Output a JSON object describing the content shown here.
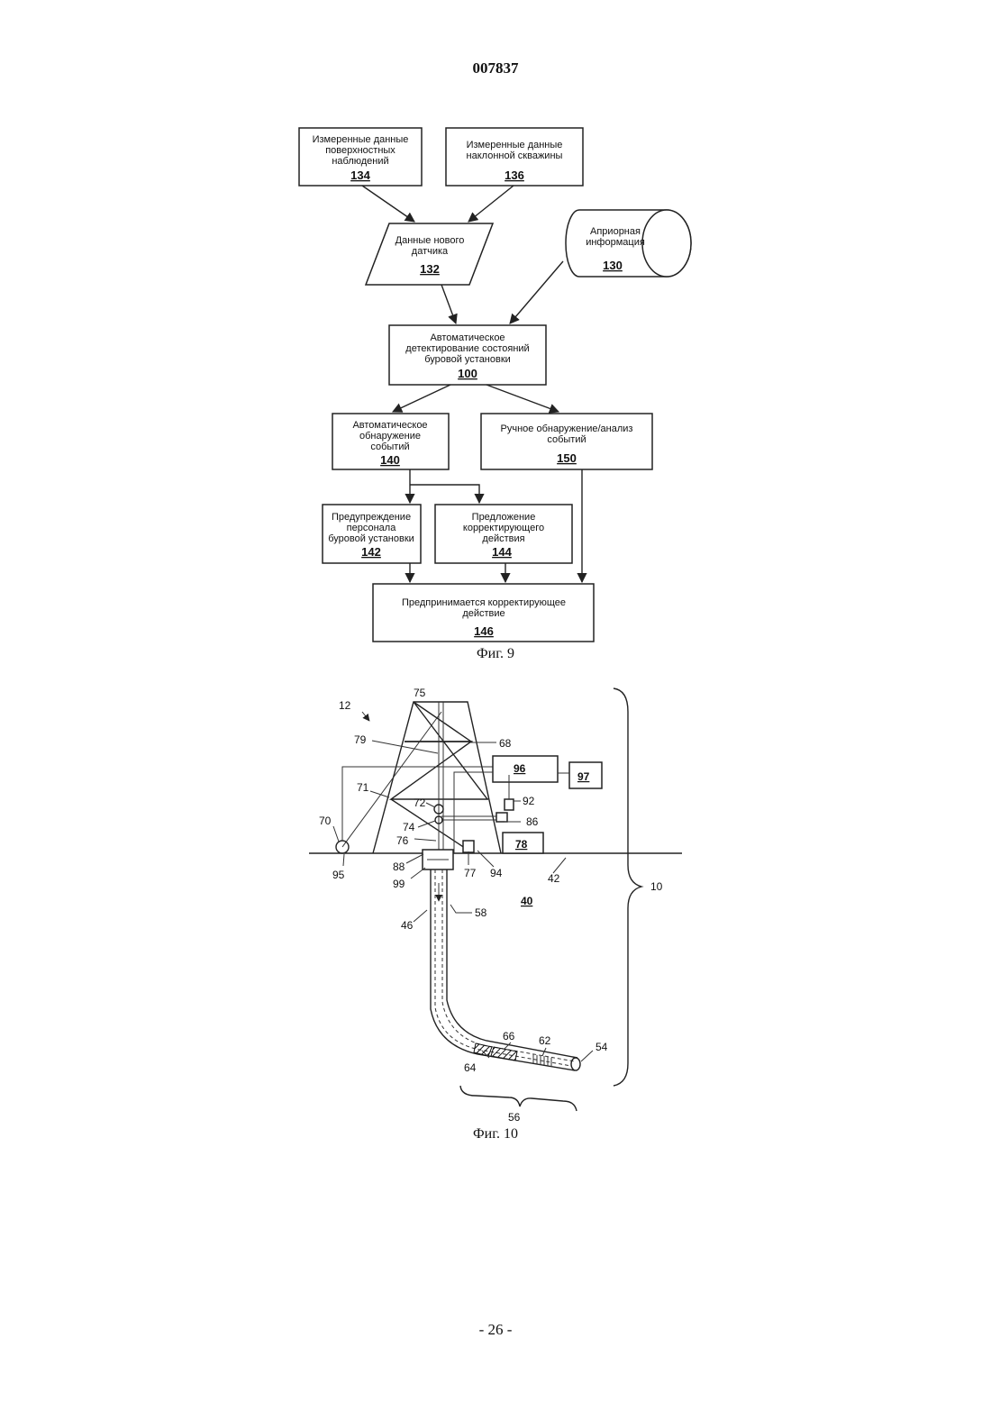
{
  "header": {
    "doc_number": "007837"
  },
  "footer": {
    "page": "- 26 -"
  },
  "fig9": {
    "caption": "Фиг. 9",
    "b134": {
      "lines": [
        "Измеренные данные",
        "поверхностных",
        "наблюдений"
      ],
      "num": "134"
    },
    "b136": {
      "lines": [
        "Измеренные данные",
        "наклонной скважины"
      ],
      "num": "136"
    },
    "b132": {
      "lines": [
        "Данные нового",
        "датчика"
      ],
      "num": "132"
    },
    "b130": {
      "lines": [
        "Априорная",
        "информация"
      ],
      "num": "130"
    },
    "b100": {
      "lines": [
        "Автоматическое",
        "детектирование состояний",
        "буровой установки"
      ],
      "num": "100"
    },
    "b140": {
      "lines": [
        "Автоматическое",
        "обнаружение",
        "событий"
      ],
      "num": "140"
    },
    "b150": {
      "lines": [
        "Ручное обнаружение/анализ",
        "событий"
      ],
      "num": "150"
    },
    "b142": {
      "lines": [
        "Предупреждение",
        "персонала",
        "буровой установки"
      ],
      "num": "142"
    },
    "b144": {
      "lines": [
        "Предложение",
        "корректирующего",
        "действия"
      ],
      "num": "144"
    },
    "b146": {
      "lines": [
        "Предпринимается корректирующее",
        "действие"
      ],
      "num": "146"
    }
  },
  "fig10": {
    "caption": "Фиг. 10",
    "labels": {
      "l12": "12",
      "l75": "75",
      "l79": "79",
      "l68": "68",
      "l96": "96",
      "l97": "97",
      "l71": "71",
      "l72": "72",
      "l92": "92",
      "l86": "86",
      "l70": "70",
      "l74": "74",
      "l76": "76",
      "l78": "78",
      "l95": "95",
      "l88": "88",
      "l99": "99",
      "l77": "77",
      "l94": "94",
      "l42": "42",
      "l10": "10",
      "l40": "40",
      "l46": "46",
      "l58": "58",
      "l66": "66",
      "l62": "62",
      "l54": "54",
      "l64": "64",
      "l56": "56"
    }
  }
}
